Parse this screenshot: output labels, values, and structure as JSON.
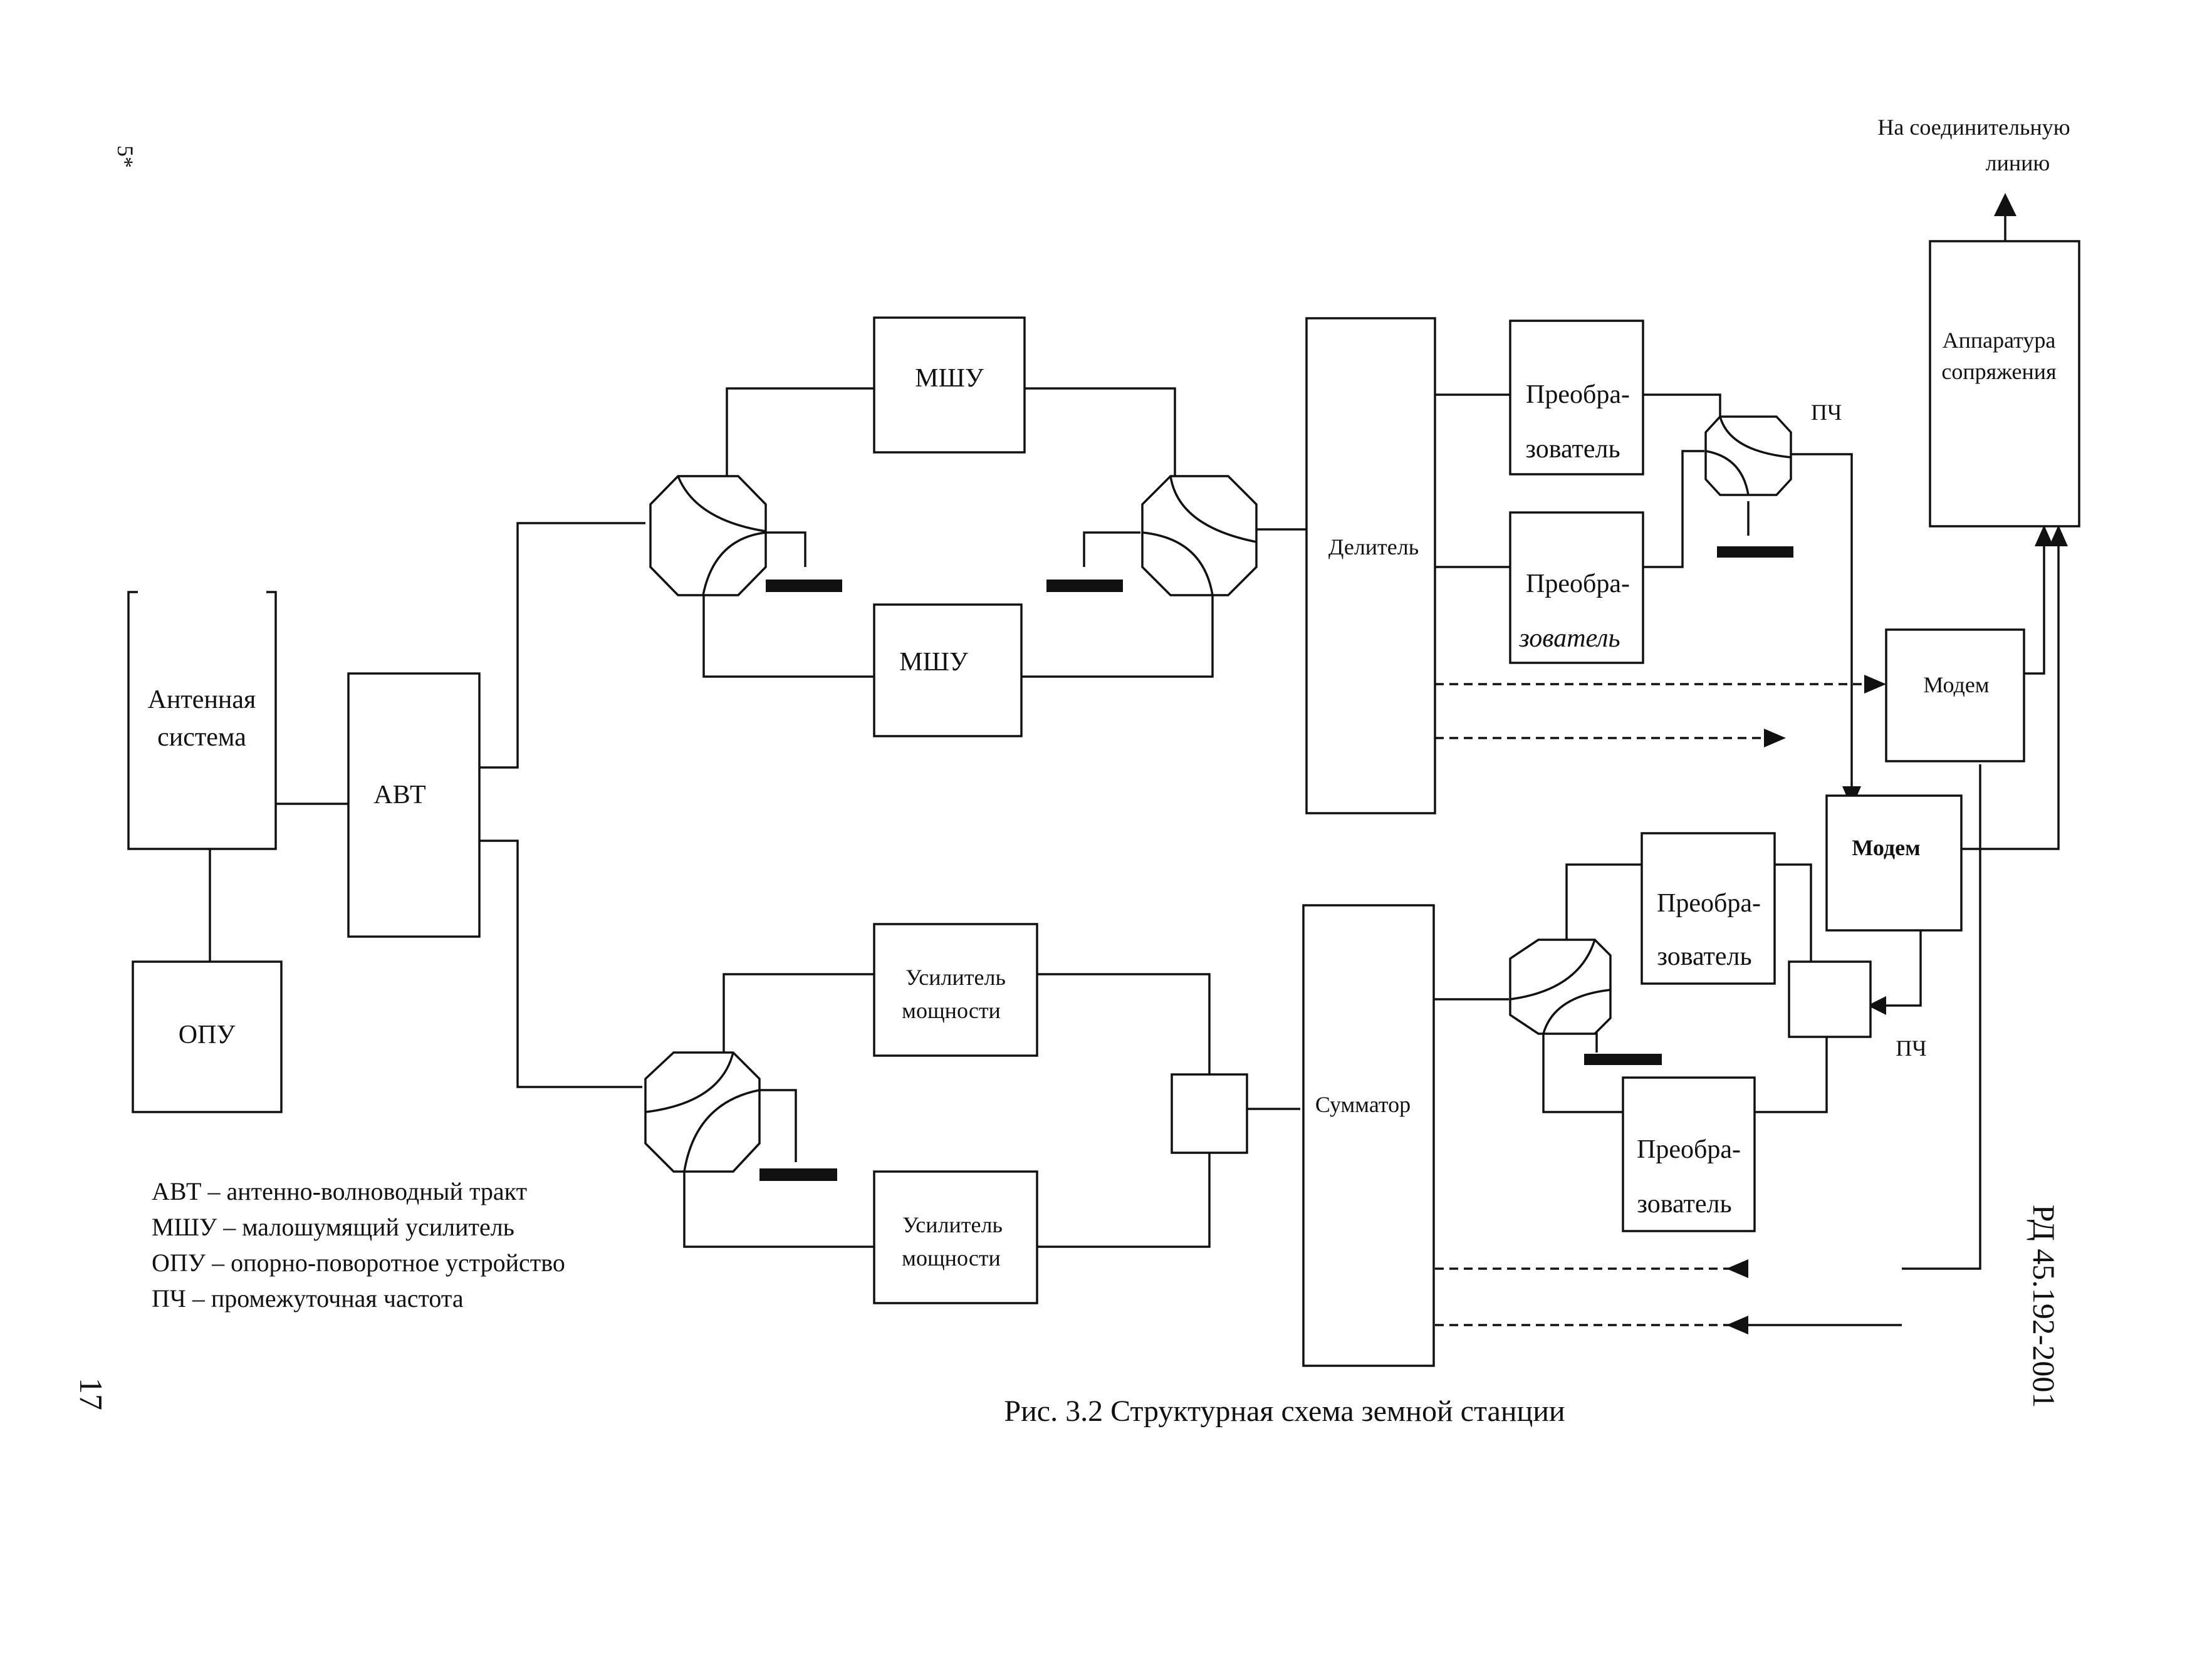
{
  "page": {
    "corner_mark": "5*",
    "page_number": "17",
    "doc_code": "РД 45.192-2001",
    "caption": "Рис. 3.2 Структурная схема земной станции"
  },
  "blocks": {
    "antenna": [
      "Антенная",
      "система"
    ],
    "opu": "ОПУ",
    "avt": "АВТ",
    "lna_top": "МШУ",
    "lna_bottom": "МШУ",
    "pa_top": [
      "Усилитель",
      "мощности"
    ],
    "pa_bottom": [
      "Усилитель",
      "мощности"
    ],
    "divider": "Делитель",
    "combiner": "Сумматор",
    "rx_conv_1": [
      "Преобра-",
      "зователь"
    ],
    "rx_conv_2": [
      "Преобра-",
      "зователь"
    ],
    "tx_conv_1": [
      "Преобра-",
      "зователь"
    ],
    "tx_conv_2": [
      "Преобра-",
      "зователь"
    ],
    "modem_1": "Модем",
    "modem_2": "Модем",
    "interface": [
      "Аппаратура",
      "сопряжения"
    ]
  },
  "labels": {
    "if_top": "ПЧ",
    "if_bottom": "ПЧ",
    "output_1": "На соединительную",
    "output_2": "линию"
  },
  "legend": [
    "АВТ – антенно-волноводный тракт",
    "МШУ – малошумящий усилитель",
    "ОПУ – опорно-поворотное устройство",
    "ПЧ – промежуточная частота"
  ]
}
